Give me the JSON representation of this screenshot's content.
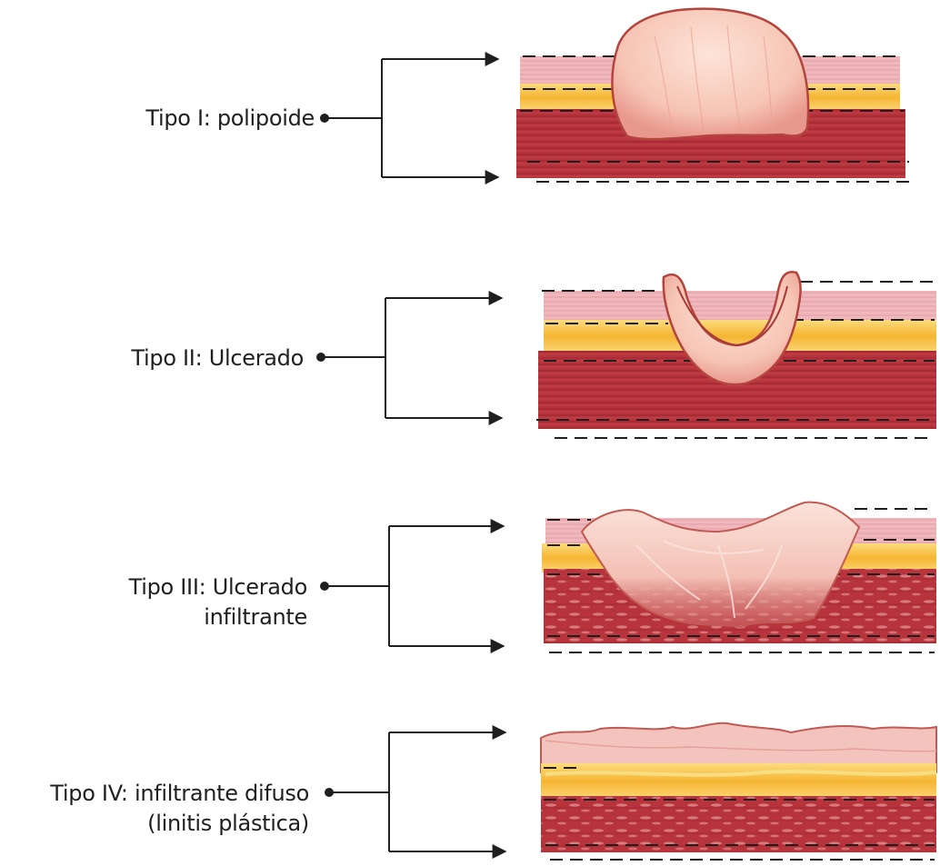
{
  "types": [
    {
      "lines": [
        "Tipo I: polipoide"
      ]
    },
    {
      "lines": [
        "Tipo II: Ulcerado"
      ]
    },
    {
      "lines": [
        "Tipo III: Ulcerado",
        "infiltrante"
      ]
    },
    {
      "lines": [
        "Tipo IV: infiltrante difuso",
        "(linitis plástica)"
      ]
    }
  ],
  "colors": {
    "mucosa": "#f0b7bd",
    "submucosa": "#f7c34a",
    "muscularis": "#b8343d",
    "muscularis_dark": "#8e1f29",
    "tumor": "#f6c6b8",
    "tumor_edge": "#b4453e",
    "line": "#1f1f1f"
  }
}
